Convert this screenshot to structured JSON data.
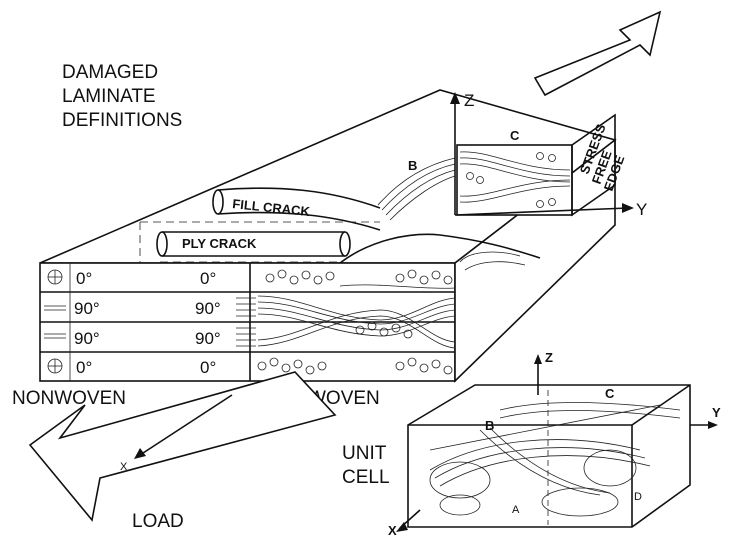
{
  "title_lines": [
    "DAMAGED",
    "LAMINATE",
    "DEFINITIONS"
  ],
  "crack_labels": {
    "fill": "FILL CRACK",
    "ply": "PLY CRACK"
  },
  "zone_labels": {
    "b": "B",
    "c": "C"
  },
  "edge_label": [
    "STRESS",
    "FREE",
    "EDGE"
  ],
  "axes": {
    "z": "Z",
    "y": "Y",
    "x": "X"
  },
  "ply_rows": [
    {
      "left": "0°",
      "right": "0°"
    },
    {
      "left": "90°",
      "right": "90°"
    },
    {
      "left": "90°",
      "right": "90°"
    },
    {
      "left": "0°",
      "right": "0°"
    }
  ],
  "section_labels": {
    "nonwoven": "NONWOVEN",
    "woven": "WOVEN"
  },
  "load_label": "LOAD",
  "unit_cell": {
    "label_lines": [
      "UNIT",
      "CELL"
    ],
    "axes": {
      "z": "Z",
      "y": "Y",
      "x": "X"
    },
    "corner_labels": {
      "b": "B",
      "c": "C",
      "a": "A",
      "d": "D"
    }
  }
}
